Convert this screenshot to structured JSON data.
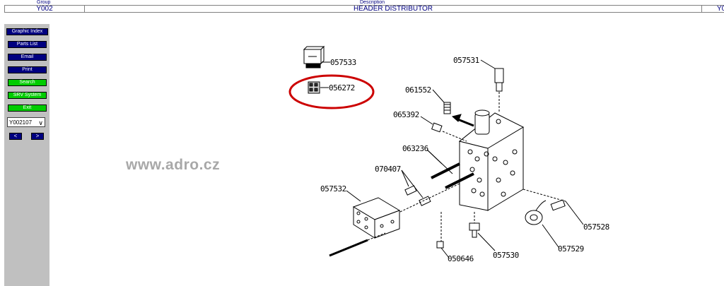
{
  "header": {
    "group_label": "Group",
    "group_value": "Y002",
    "description_label": "Description",
    "description_value": "HEADER DISTRIBUTOR",
    "right_value": "Y0"
  },
  "sidebar": {
    "buttons": [
      {
        "label": "Graphic Index",
        "color": "#000080"
      },
      {
        "label": "Parts List",
        "color": "#000080"
      },
      {
        "label": "Email",
        "color": "#000080"
      },
      {
        "label": "Print",
        "color": "#000080"
      },
      {
        "label": "Search",
        "color": "#00cc00"
      },
      {
        "label": "SRV System",
        "color": "#00cc00"
      },
      {
        "label": "Exit",
        "color": "#00cc00"
      }
    ],
    "select_value": "Y002107",
    "prev_label": "<",
    "next_label": ">"
  },
  "watermark": "www.adro.cz",
  "parts": [
    "057533",
    "056272",
    "057531",
    "061552",
    "065392",
    "063236",
    "070407",
    "057532",
    "057528",
    "057529",
    "057530",
    "050646"
  ],
  "highlight_color": "#cc0000"
}
